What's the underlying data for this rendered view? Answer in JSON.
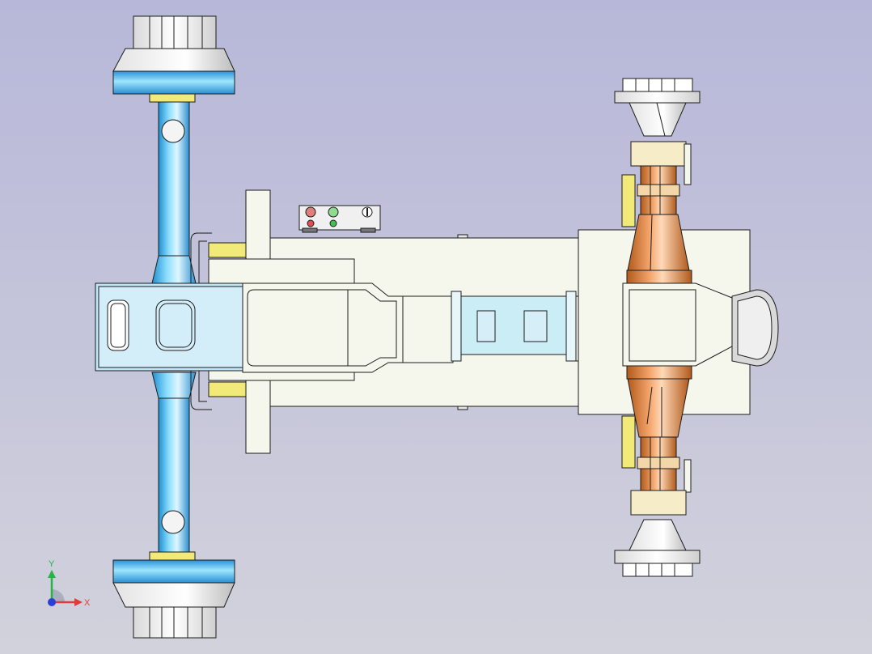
{
  "view": {
    "background_top": "#b7b7d9",
    "background_bottom": "#d2d2dc",
    "orientation": "top-view"
  },
  "triad": {
    "x_label": "X",
    "y_label": "Y",
    "x_color": "#e03a3a",
    "y_color": "#27b34a",
    "z_color": "#2a3fd8"
  },
  "colors": {
    "steer_axle": "#5fc8f0",
    "steer_axle_dark": "#1f8fd0",
    "drive_axle": "#e8863a",
    "drive_axle_dark": "#a94f16",
    "body": "#f6f7ec",
    "yellow_part": "#f2ea78",
    "outline": "#1c1c1c"
  },
  "control_panel": {
    "buttons": [
      {
        "name": "red-indicator",
        "color": "#e07d7d"
      },
      {
        "name": "green-indicator",
        "color": "#8fdc90"
      }
    ],
    "knob": "rotary-switch-icon"
  }
}
